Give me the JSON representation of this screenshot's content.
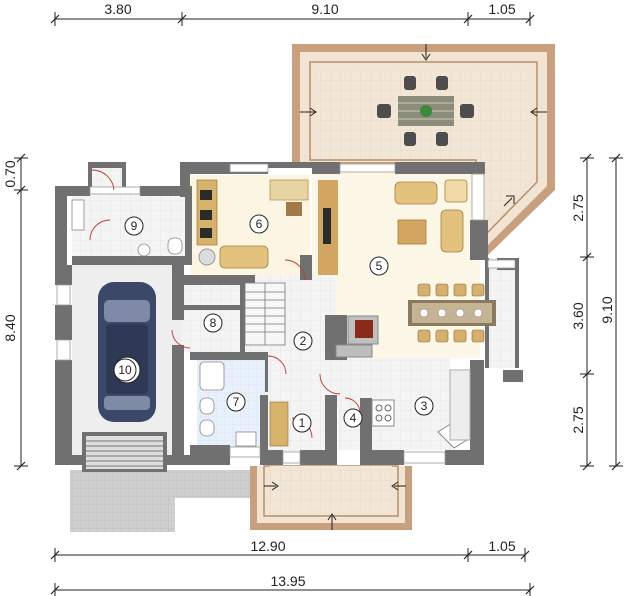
{
  "dimensions": {
    "top": [
      "3.80",
      "9.10",
      "1.05"
    ],
    "bottom_inner": [
      "12.90",
      "1.05"
    ],
    "bottom_total": "13.95",
    "left_small": "0.70",
    "left_main": "8.40",
    "right_segments": [
      "2.75",
      "3.60",
      "2.75"
    ],
    "right_total": "9.10"
  },
  "rooms": [
    {
      "number": "1"
    },
    {
      "number": "2"
    },
    {
      "number": "3"
    },
    {
      "number": "4"
    },
    {
      "number": "5"
    },
    {
      "number": "6"
    },
    {
      "number": "7"
    },
    {
      "number": "8"
    },
    {
      "number": "9"
    },
    {
      "number": "10"
    }
  ],
  "colors": {
    "wall": "#6f6f6f",
    "terrace_fill": "#e9d8c3",
    "terrace_border": "#c49d7a",
    "living_floor": "#fbf6e4",
    "tile_floor": "#f3f3f3",
    "bath_floor": "#e6f0fa",
    "garage_floor": "#efefef",
    "paving": "#c8c8c8",
    "sofa": "#e2c27c",
    "car": "#3c4a6e"
  }
}
